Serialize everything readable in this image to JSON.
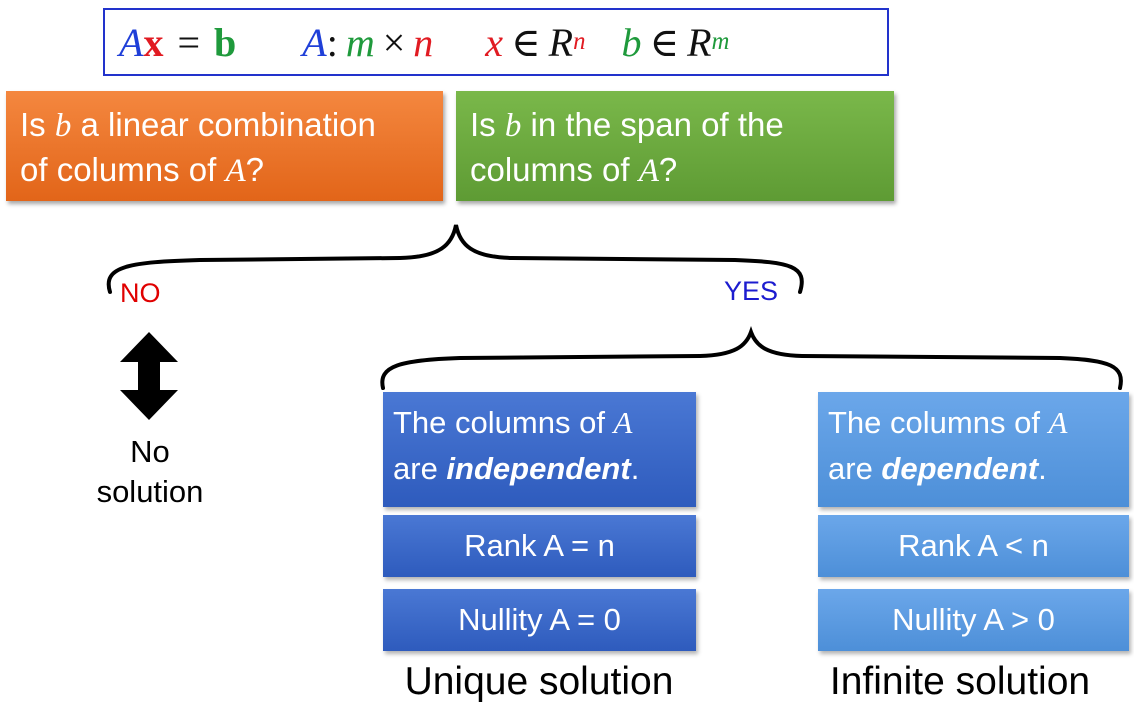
{
  "equation": {
    "lhs_A": "A",
    "lhs_x": "x",
    "equals": "=",
    "rhs_b": "b",
    "dim_A": "A",
    "dim_colon": ":",
    "dim_m": "m",
    "dim_times": "×",
    "dim_n": "n",
    "x_var": "x",
    "x_in": "∈",
    "x_R": "R",
    "x_exp": "n",
    "b_var": "b",
    "b_in": "∈",
    "b_R": "R",
    "b_exp": "m"
  },
  "questions": {
    "linear_combination": {
      "line1_pre": "Is ",
      "line1_var": "b",
      "line1_post": " a linear combination",
      "line2_pre": "of columns of ",
      "line2_var": "A",
      "line2_post": "?"
    },
    "span": {
      "line1_pre": "Is ",
      "line1_var": "b",
      "line1_post": " in the span of the",
      "line2_pre": "columns of ",
      "line2_var": "A",
      "line2_post": "?"
    }
  },
  "branches": {
    "no": "NO",
    "yes": "YES"
  },
  "no_outcome": {
    "line1": "No",
    "line2": "solution"
  },
  "independent": {
    "line1_pre": "The columns of ",
    "line1_var": "A",
    "line2_pre": "are ",
    "line2_emph": "independent",
    "line2_post": ".",
    "rank": "Rank A = n",
    "nullity": "Nullity A = 0",
    "result": "Unique solution"
  },
  "dependent": {
    "line1_pre": "The columns of ",
    "line1_var": "A",
    "line2_pre": "are ",
    "line2_emph": "dependent",
    "line2_post": ".",
    "rank": "Rank A < n",
    "nullity": "Nullity A > 0",
    "result": "Infinite solution"
  },
  "colors": {
    "orange": "#e8732a",
    "green": "#6aa83f",
    "blue_dark": "#3b6acb",
    "blue_light": "#5b9ce2",
    "no_red": "#e00000",
    "yes_blue": "#1c1ccf",
    "frame_blue": "#2233cc"
  },
  "icons": {
    "double_arrow": "double-arrow-icon"
  }
}
